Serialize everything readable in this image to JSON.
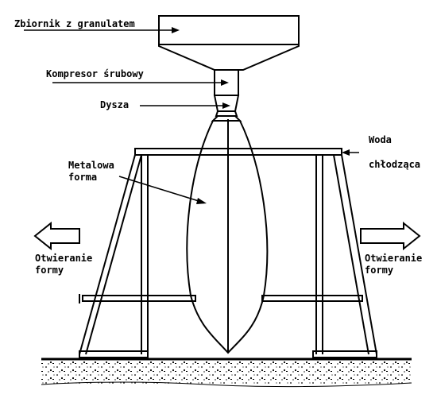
{
  "labels": {
    "hopper": "Zbiornik z granulatem",
    "compressor": "Kompresor śrubowy",
    "nozzle": "Dysza",
    "water_line1": "Woda",
    "water_line2": "chłodząca",
    "mold_line1": "Metalowa",
    "mold_line2": "forma",
    "open_left_line1": "Otwieranie",
    "open_left_line2": "formy",
    "open_right_line1": "Otwieranie",
    "open_right_line2": "formy"
  },
  "colors": {
    "ink": "#000000",
    "paper": "#ffffff",
    "ground": "#d9d9d9"
  }
}
